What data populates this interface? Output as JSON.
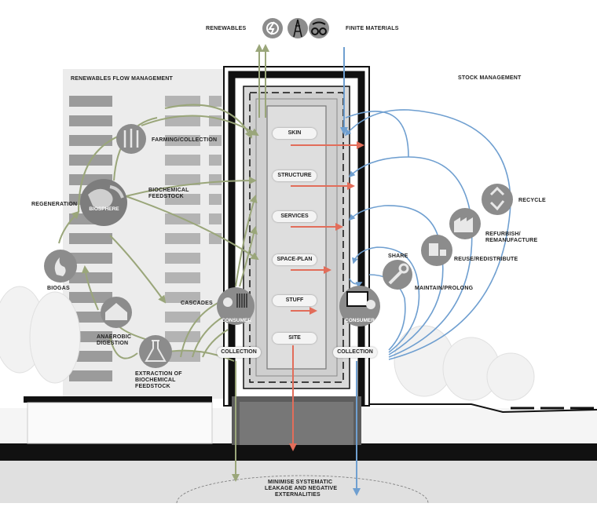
{
  "top": {
    "renewables": "RENEWABLES",
    "finite_materials": "FINITE MATERIALS"
  },
  "sections": {
    "renewables_flow": "RENEWABLES FLOW MANAGEMENT",
    "stock_management": "STOCK MANAGEMENT"
  },
  "layers": [
    "SKIN",
    "STRUCTURE",
    "SERVICES",
    "SPACE-PLAN",
    "STUFF",
    "SITE"
  ],
  "left_cycle": {
    "farming": "FARMING/COLLECTION",
    "regeneration": "REGENERATION",
    "biosphere": "BIOSPHERE",
    "biochemical_feedstock_1": "BIOCHEMICAL",
    "biochemical_feedstock_2": "FEEDSTOCK",
    "biogas": "BIOGAS",
    "cascades": "CASCADES",
    "anaerobic_1": "ANAEROBIC",
    "anaerobic_2": "DIGESTION",
    "extraction_1": "EXTRACTION OF",
    "extraction_2": "BIOCHEMICAL",
    "extraction_3": "FEEDSTOCK",
    "consumer": "CONSUMER",
    "collection": "COLLECTION"
  },
  "right_cycle": {
    "recycle": "RECYCLE",
    "refurbish_1": "REFURBISH/",
    "refurbish_2": "REMANUFACTURE",
    "reuse": "REUSE/REDISTRIBUTE",
    "share": "SHARE",
    "maintain": "MAINTAIN/PROLONG",
    "consumer": "CONSUMER",
    "collection": "COLLECTION"
  },
  "bottom": {
    "line1": "MINIMISE SYSTEMATIC",
    "line2": "LEAKAGE AND NEGATIVE",
    "line3": "EXTERNALITIES"
  },
  "icons": {
    "renewables": "power-icon",
    "oil": "oil-derrick-icon",
    "minerals": "mineral-icon",
    "farming": "wheat-fish-icon",
    "biosphere": "globe-icon",
    "biogas": "flame-icon",
    "anaerobic": "digestion-icon",
    "extraction": "flask-icon",
    "consumer_left": "barcode-icon",
    "consumer_right": "monitor-icon",
    "recycle": "recycle-icon",
    "refurbish": "factory-icon",
    "reuse": "boxes-icon",
    "share": "wrench-icon"
  },
  "colors": {
    "renewables_flow": "#9aa67a",
    "finite_flow": "#6f9fd0",
    "leakage": "#e26d5a",
    "icon_circle": "#8c8c8c"
  }
}
